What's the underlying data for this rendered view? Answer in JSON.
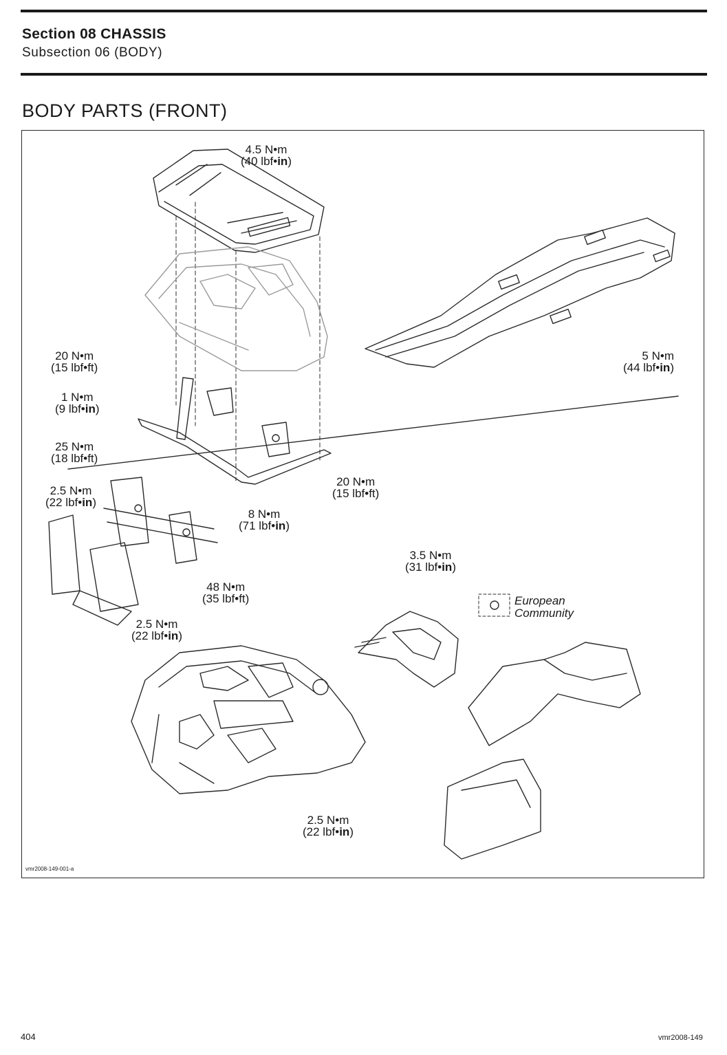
{
  "header": {
    "section": "Section 08 CHASSIS",
    "subsection": "Subsection 06 (BODY)"
  },
  "title": "BODY PARTS (FRONT)",
  "figure": {
    "code": "vmr2008-149-001-a",
    "torque_specs": [
      {
        "metric": "4.5 N•m",
        "imperial_value": "(40 lbf•",
        "imperial_unit": "in",
        "imperial_end": ")"
      },
      {
        "metric": "5 N•m",
        "imperial_value": "(44 lbf•",
        "imperial_unit": "in",
        "imperial_end": ")"
      },
      {
        "metric": "20 N•m",
        "imperial": "(15 lbf•ft)"
      },
      {
        "metric": "1 N•m",
        "imperial_value": "(9 lbf•",
        "imperial_unit": "in",
        "imperial_end": ")"
      },
      {
        "metric": "25 N•m",
        "imperial": "(18 lbf•ft)"
      },
      {
        "metric": "20 N•m",
        "imperial": "(15 lbf•ft)"
      },
      {
        "metric": "2.5 N•m",
        "imperial_value": "(22 lbf•",
        "imperial_unit": "in",
        "imperial_end": ")"
      },
      {
        "metric": "8 N•m",
        "imperial_value": "(71 lbf•",
        "imperial_unit": "in",
        "imperial_end": ")"
      },
      {
        "metric": "3.5 N•m",
        "imperial_value": "(31 lbf•",
        "imperial_unit": "in",
        "imperial_end": ")"
      },
      {
        "metric": "48 N•m",
        "imperial": "(35 lbf•ft)"
      },
      {
        "metric": "2.5 N•m",
        "imperial_value": "(22 lbf•",
        "imperial_unit": "in",
        "imperial_end": ")"
      },
      {
        "metric": "2.5 N•m",
        "imperial_value": "(22 lbf•",
        "imperial_unit": "in",
        "imperial_end": ")"
      }
    ],
    "callout": {
      "line1": "European",
      "line2": "Community"
    }
  },
  "footer": {
    "page_number": "404",
    "doc_code": "vmr2008-149"
  }
}
